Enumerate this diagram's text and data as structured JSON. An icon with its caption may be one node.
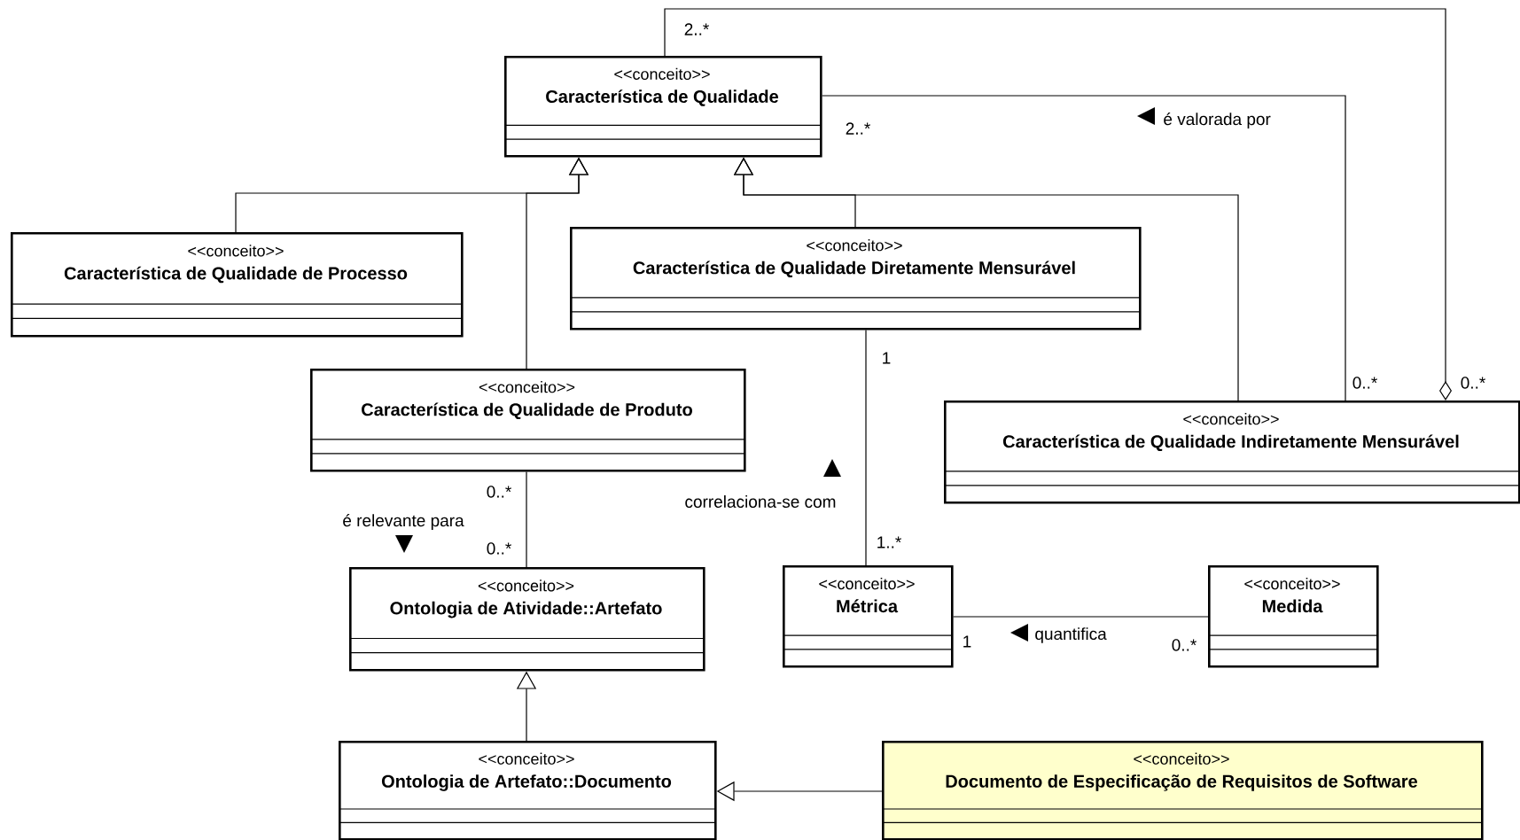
{
  "diagram": {
    "nodes": [
      {
        "text": [
          "<<conceito>>",
          "Característica de Qualidade"
        ]
      },
      {
        "text": [
          "<<conceito>>",
          "Característica de Qualidade de Processo"
        ]
      },
      {
        "text": [
          "<<conceito>>",
          "Característica de Qualidade Diretamente Mensurável"
        ]
      },
      {
        "text": [
          "<<conceito>>",
          "Característica de Qualidade de Produto"
        ]
      },
      {
        "text": [
          "<<conceito>>",
          "Característica de Qualidade Indiretamente Mensurável"
        ]
      },
      {
        "text": [
          "<<conceito>>",
          "Ontologia de Atividade::Artefato"
        ]
      },
      {
        "text": [
          "<<conceito>>",
          "Métrica"
        ]
      },
      {
        "text": [
          "<<conceito>>",
          "Medida"
        ]
      },
      {
        "text": [
          "<<conceito>>",
          "Ontologia de Artefato::Documento"
        ]
      },
      {
        "text": [
          "<<conceito>>",
          "Documento de Especificação de Requisitos de Software"
        ]
      }
    ],
    "edges": [
      {
        "from": 1,
        "to": 0,
        "arrow": "to"
      },
      {
        "from": 3,
        "to": 0,
        "arrow": "to"
      },
      {
        "from": 2,
        "to": 0,
        "arrow": "to"
      },
      {
        "from": 4,
        "to": 0,
        "arrow": "to"
      },
      {
        "from": 4,
        "to": 0,
        "arrow": "other"
      },
      {
        "from": 0,
        "to": 4,
        "arrow": "none",
        "label": "é valorada por"
      },
      {
        "from": 2,
        "to": 6,
        "arrow": "none",
        "label": "correlaciona-se com"
      },
      {
        "from": 3,
        "to": 5,
        "arrow": "none",
        "label": "é relevante para"
      },
      {
        "from": 6,
        "to": 7,
        "arrow": "none",
        "label": "quantifica"
      },
      {
        "from": 8,
        "to": 5,
        "arrow": "to"
      },
      {
        "from": 9,
        "to": 8,
        "arrow": "to"
      }
    ],
    "labels": [
      "2..*",
      "2..*",
      "1",
      "0..*",
      "0..*",
      "0..*",
      "0..*",
      "1..*",
      "1",
      "0..*"
    ]
  }
}
